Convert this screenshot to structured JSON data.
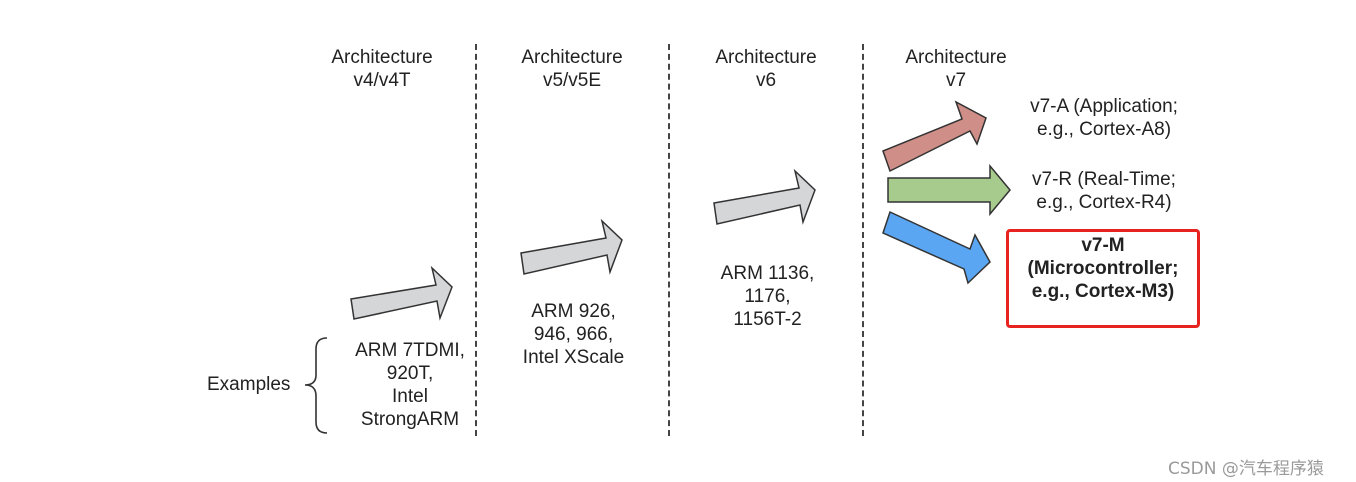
{
  "columns": [
    {
      "title_line1": "Architecture",
      "title_line2": "v4/v4T",
      "examples": [
        "ARM 7TDMI,",
        "920T,",
        "Intel",
        "StrongARM"
      ]
    },
    {
      "title_line1": "Architecture",
      "title_line2": "v5/v5E",
      "examples": [
        "ARM 926,",
        "946, 966,",
        "Intel XScale"
      ]
    },
    {
      "title_line1": "Architecture",
      "title_line2": "v6",
      "examples": [
        "ARM 1136,",
        "1176,",
        "1156T-2"
      ]
    },
    {
      "title_line1": "Architecture",
      "title_line2": "v7"
    }
  ],
  "examples_label": "Examples",
  "profiles": [
    {
      "line1": "v7-A (Application;",
      "line2": "e.g., Cortex-A8)",
      "color": "#d08e88"
    },
    {
      "line1": "v7-R (Real-Time;",
      "line2": "e.g., Cortex-R4)",
      "color": "#a7cb8c"
    },
    {
      "line1": "v7-M",
      "line2": "(Microcontroller;",
      "line3": "e.g., Cortex-M3)",
      "color": "#5aa6f2",
      "highlight_color": "#e8231f"
    }
  ],
  "gray_arrow_color": "#d4d6d8",
  "watermark": "CSDN @汽车程序猿"
}
